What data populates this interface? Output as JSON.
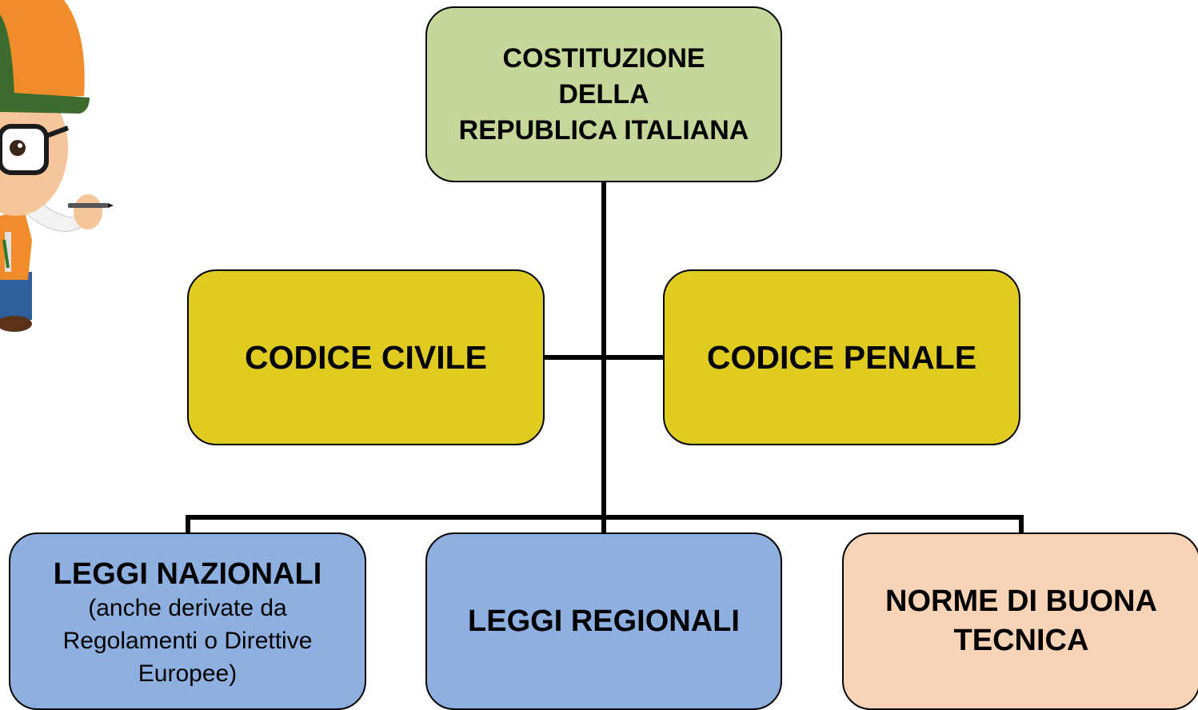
{
  "colors": {
    "root": "#c5d89a",
    "codes": "#e0cc20",
    "laws": "#8db0e0",
    "norms": "#f9d3b5",
    "connector": "#000000"
  },
  "diagram": {
    "root": {
      "label": "COSTITUZIONE\nDELLA\nREPUBLICA ITALIANA"
    },
    "codes": [
      {
        "label": "CODICE CIVILE"
      },
      {
        "label": "CODICE PENALE"
      }
    ],
    "laws": [
      {
        "label": "LEGGI NAZIONALI",
        "note": "(anche derivate da\nRegolamenti o Direttive\nEuropee)"
      },
      {
        "label": "LEGGI REGIONALI"
      },
      {
        "label": "NORME DI BUONA\nTECNICA"
      }
    ]
  },
  "mascot": {
    "icon": "construction-worker-mascot"
  }
}
